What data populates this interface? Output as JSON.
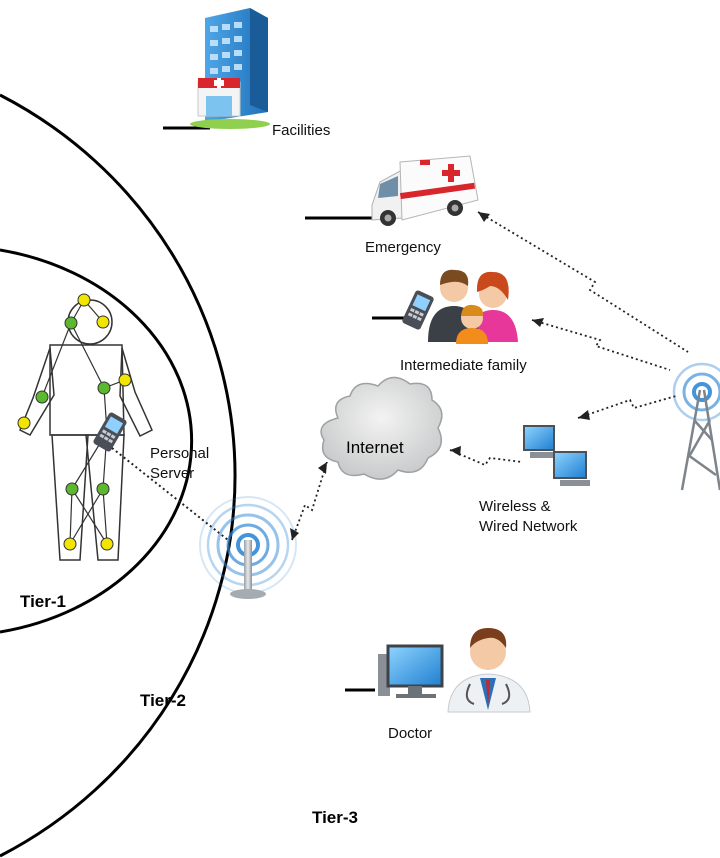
{
  "labels": {
    "facilities": "Facilities",
    "emergency": "Emergency",
    "intermediate_family": "Intermediate family",
    "personal_server_line1": "Personal",
    "personal_server_line2": "Server",
    "internet": "Internet",
    "network_line1": "Wireless &",
    "network_line2": "Wired Network",
    "doctor": "Doctor",
    "tier1": "Tier-1",
    "tier2": "Tier-2",
    "tier3": "Tier-3"
  },
  "colors": {
    "sensor_green": "#5cb82e",
    "sensor_yellow": "#f2e600",
    "ambulance_red": "#d8262c",
    "signal_blue": "#2f88d6",
    "cloud_grey": "#d9dadb"
  },
  "icons": [
    "hospital-icon",
    "ambulance-icon",
    "family-icon",
    "phone-icon",
    "human-body-icon",
    "router-icon",
    "cloud-icon",
    "computer-icon",
    "doctor-icon",
    "cell-tower-icon"
  ]
}
